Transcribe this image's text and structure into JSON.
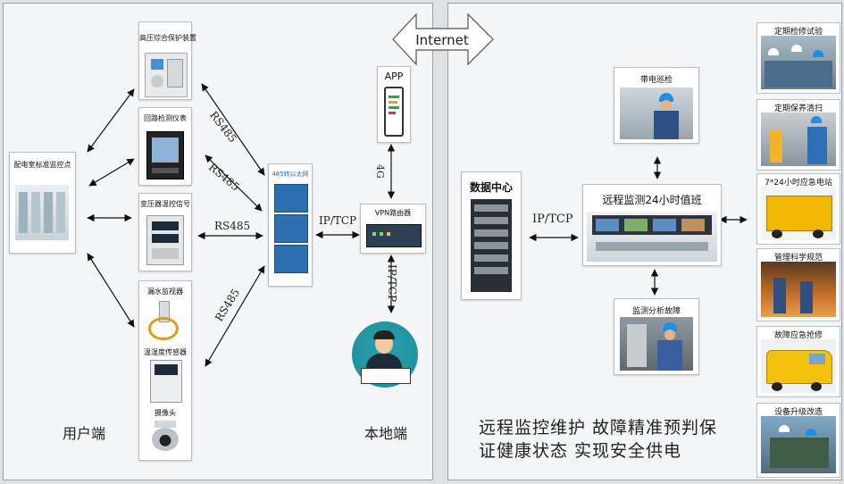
{
  "internet_label": "Internet",
  "left_panel": {
    "user_side": "用户端",
    "local_side": "本地端",
    "distribution_room": "配电室标准监控点",
    "devices": {
      "hv_protection": "高压综合保护装置",
      "circuit_meter": "回路检测仪表",
      "transformer_temp": "变压器温控信号",
      "water_leak": "漏水监视器",
      "temp_humidity": "温湿度传感器",
      "camera": "摄像头"
    },
    "switch_label": "485转以太网",
    "app_label": "APP",
    "router_label": "VPN路由器",
    "link_labels": {
      "rs485_1": "RS485",
      "rs485_2": "RS485",
      "rs485_3": "RS485",
      "rs485_4": "RS485",
      "iptcp_router": "IP/TCP",
      "iptcp_local": "IP/TCP",
      "fourg": "4G"
    }
  },
  "right_panel": {
    "data_center": "数据中心",
    "iptcp": "IP/TCP",
    "live_patrol": "带电巡检",
    "duty_center": "远程监测24小时值班",
    "fault_analysis": "监测分析故障",
    "slogan_line1": "远程监控维护 故障精准预判保",
    "slogan_line2": "证健康状态 实现安全供电",
    "services": [
      "定期检修试验",
      "定期保养清扫",
      "7*24小时应急电站",
      "管理科学规范",
      "故障应急抢修",
      "设备升级改造"
    ]
  },
  "colors": {
    "switch_blue": "#2b6fb0",
    "generator_yellow": "#f2b705",
    "vehicle_yellow": "#f4c20d",
    "avatar_teal": "#1e8d9a"
  }
}
